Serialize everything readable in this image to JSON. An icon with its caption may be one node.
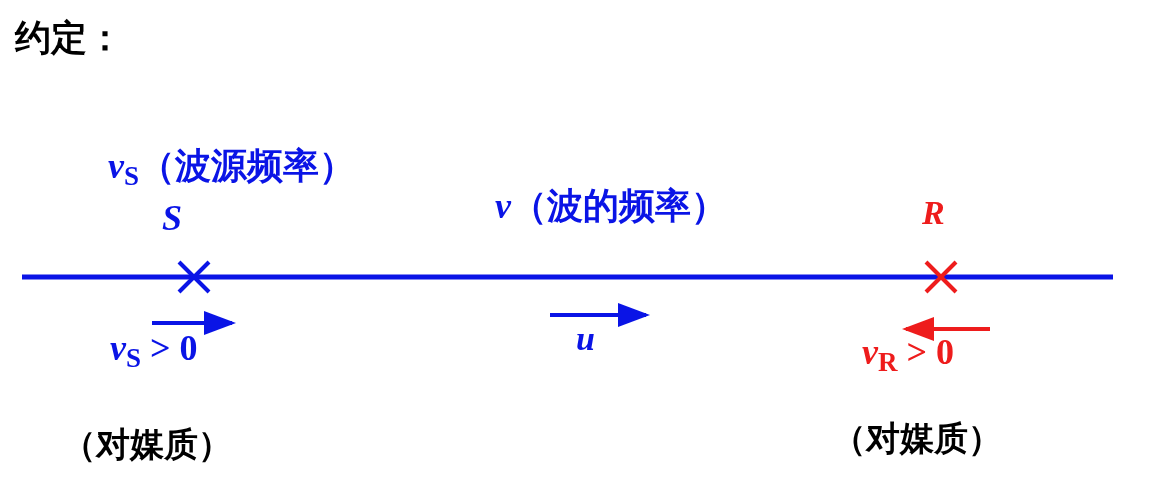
{
  "diagram": {
    "title": "约定：",
    "labels": [
      "*ν*$_{S}$（波源频率）",
      "S",
      "*ν*（波的频率）",
      "R",
      "*v*$_{S}$ > 0",
      "u",
      "*v*$_{R}$ > 0",
      "（对媒质）",
      "（对媒质）"
    ]
  }
}
